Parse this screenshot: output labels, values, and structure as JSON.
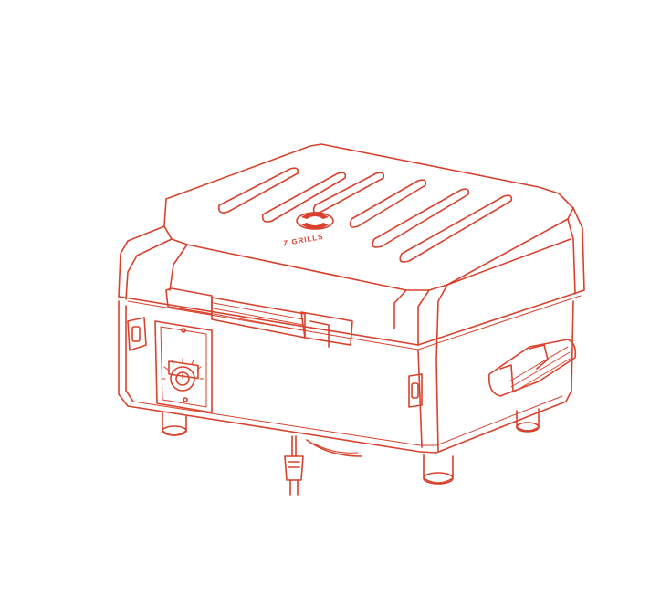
{
  "illustration": {
    "subject": "pellet-grill",
    "line_color": "#d8412c",
    "background": "#ffffff",
    "lid_logo_text": "Z GRILLS",
    "lid_vent_count": 6
  }
}
